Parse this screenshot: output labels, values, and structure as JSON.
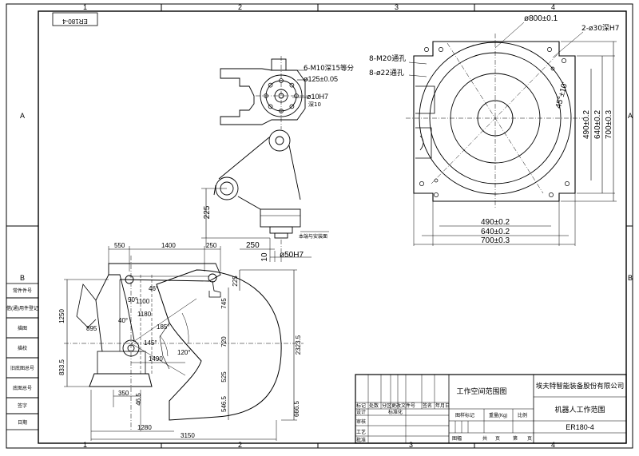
{
  "border": {
    "cols_top": [
      "1",
      "2",
      "3",
      "4"
    ],
    "cols_bottom": [
      "1",
      "2",
      "3",
      "4"
    ],
    "rows_left": [
      "A",
      "B"
    ],
    "rows_right": [
      "A",
      "B"
    ],
    "code_stamp": "ER180-4"
  },
  "left_margin_table": [
    "常件件号",
    "借(通)用件登记",
    "描图",
    "描校",
    "旧底图总号",
    "底图总号",
    "签字",
    "日期"
  ],
  "top_views": {
    "flange_labels": [
      "6-M10深15等分",
      "ø125±0.05",
      "ø10H7",
      "深10"
    ],
    "side_labels": [
      "225",
      "250",
      "10",
      "ø50H7",
      "本端与安装面"
    ]
  },
  "base_view": {
    "labels": [
      "ø800±0.1",
      "2-ø30深H7",
      "8-M20通孔",
      "8-ø22通孔",
      "45°±10'"
    ],
    "vertical_dims": [
      "490±0.2",
      "640±0.2",
      "700±0.3"
    ],
    "horizontal_dims": [
      "490±0.2",
      "640±0.2",
      "700±0.3"
    ]
  },
  "workspace": {
    "top_dims": [
      "550",
      "1400",
      "250"
    ],
    "labels": [
      "1250",
      "895",
      "1100",
      "1180",
      "40°",
      "90°",
      "46°",
      "185°",
      "145°",
      "120°",
      "1490",
      "833.5",
      "745",
      "720",
      "525",
      "225",
      "2323.5",
      "350",
      "46.5",
      "546.5",
      "666.5",
      "1280",
      "3150"
    ]
  },
  "title_block": {
    "top_left_title": "工作空间范围图",
    "company": "埃夫特智能装备股份有限公司",
    "drawing_name": "机器人工作范围",
    "drawing_no": "ER180-4",
    "rev_headers": [
      "标记",
      "处数",
      "分区",
      "更改文件号",
      "签名",
      "年月日"
    ],
    "row_labels": [
      "设计",
      "标准化",
      "审核",
      "工艺",
      "批准"
    ],
    "stage_headers": [
      "图样标记",
      "重量(Kg)",
      "比例"
    ],
    "sheet_labels": [
      "图幅",
      "共",
      "页",
      "第",
      "页"
    ]
  }
}
